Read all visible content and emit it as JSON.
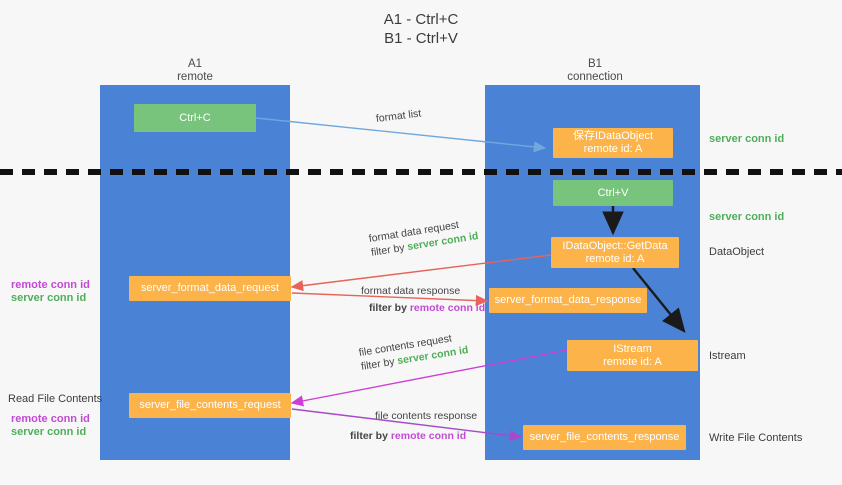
{
  "title": {
    "line1": "A1 - Ctrl+C",
    "line2": "B1 - Ctrl+V"
  },
  "columns": [
    {
      "name": "A1",
      "sub": "remote"
    },
    {
      "name": "B1",
      "sub": "connection"
    }
  ],
  "colors": {
    "lane": "#4a82d6",
    "green_node": "#79c47d",
    "orange_node": "#fcb34a",
    "server_conn_id": "#4fae5a",
    "remote_conn_id": "#c24bd4",
    "arrow_blue": "#6fa8dc",
    "arrow_red": "#e8635a",
    "arrow_magenta": "#cc3fd6",
    "arrow_purple": "#a64ac9",
    "arrow_black": "#1a1a1a",
    "divider": "#111111"
  },
  "nodes": {
    "ctrl_c": {
      "label": "Ctrl+C"
    },
    "save_idataobject": {
      "line1": "保存IDataObject",
      "line2": "remote id: A"
    },
    "ctrl_v": {
      "label": "Ctrl+V"
    },
    "getdata": {
      "line1": "IDataObject::GetData",
      "line2": "remote id: A"
    },
    "server_format_data_request": {
      "label": "server_format_data_request"
    },
    "server_format_data_response": {
      "label": "server_format_data_response"
    },
    "istream": {
      "line1": "IStream",
      "line2": "remote id: A"
    },
    "server_file_contents_request": {
      "label": "server_file_contents_request"
    },
    "server_file_contents_response": {
      "label": "server_file_contents_response"
    }
  },
  "edge_labels": {
    "format_list": "format list",
    "format_data_request": "format data request",
    "format_data_request_filter_prefix": "filter by ",
    "format_data_request_filter_value": "server conn id",
    "format_data_response": "format data response",
    "format_data_response_filter_prefix": "filter by ",
    "format_data_response_filter_value": "remote conn id",
    "file_contents_request": "file contents request",
    "file_contents_request_filter_prefix": "filter by ",
    "file_contents_request_filter_value": "server conn id",
    "file_contents_response": "file contents response",
    "file_contents_response_filter_prefix": "filter by ",
    "file_contents_response_filter_value": "remote conn id"
  },
  "right_labels": {
    "server_conn_id_top": "server conn id",
    "server_conn_id_mid": "server conn id",
    "dataobject": "DataObject",
    "istream": "Istream",
    "write_file_contents": "Write File Contents"
  },
  "left_labels": {
    "remote_conn_id_mid": "remote conn id",
    "server_conn_id_mid": "server conn id",
    "read_file_contents": "Read File Contents",
    "remote_conn_id_bottom": "remote conn id",
    "server_conn_id_bottom": "server conn id"
  }
}
